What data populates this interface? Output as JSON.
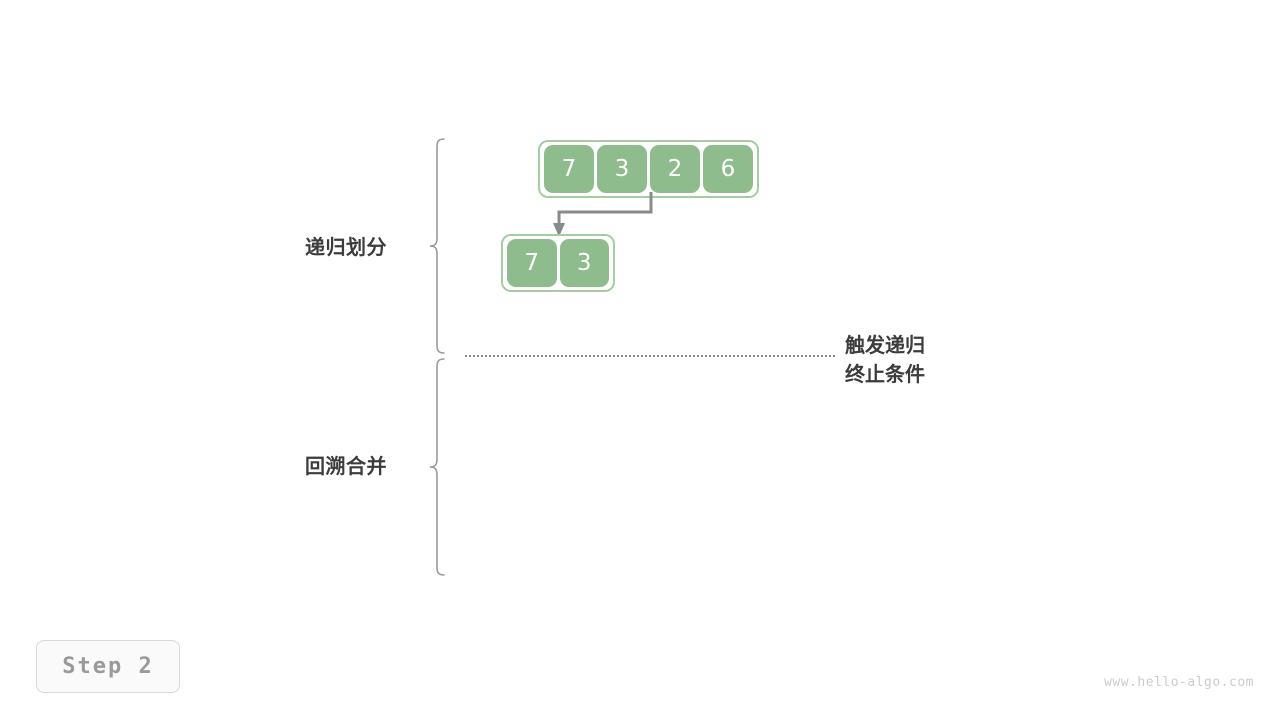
{
  "figure": {
    "step_label": "Step 2",
    "watermark": "www.hello-algo.com",
    "accent_green_fill": "#8fbc8c",
    "accent_green_border": "#a5cda3",
    "text_color": "#3c3c3c",
    "brace_color": "#9a9a9a",
    "arrow_color": "#8a8a8a"
  },
  "sections": {
    "divide": {
      "label": "递归划分"
    },
    "merge": {
      "label": "回溯合并"
    }
  },
  "annotations": {
    "terminate_line1": "触发递归",
    "terminate_line2": "终止条件"
  },
  "arrays": {
    "top": {
      "name": "original-array",
      "values": [
        "7",
        "3",
        "2",
        "6"
      ]
    },
    "left_half": {
      "name": "left-subarray",
      "values": [
        "7",
        "3"
      ]
    }
  },
  "arrow": {
    "name": "split-arrow",
    "from": "original-array",
    "to": "left-subarray"
  }
}
